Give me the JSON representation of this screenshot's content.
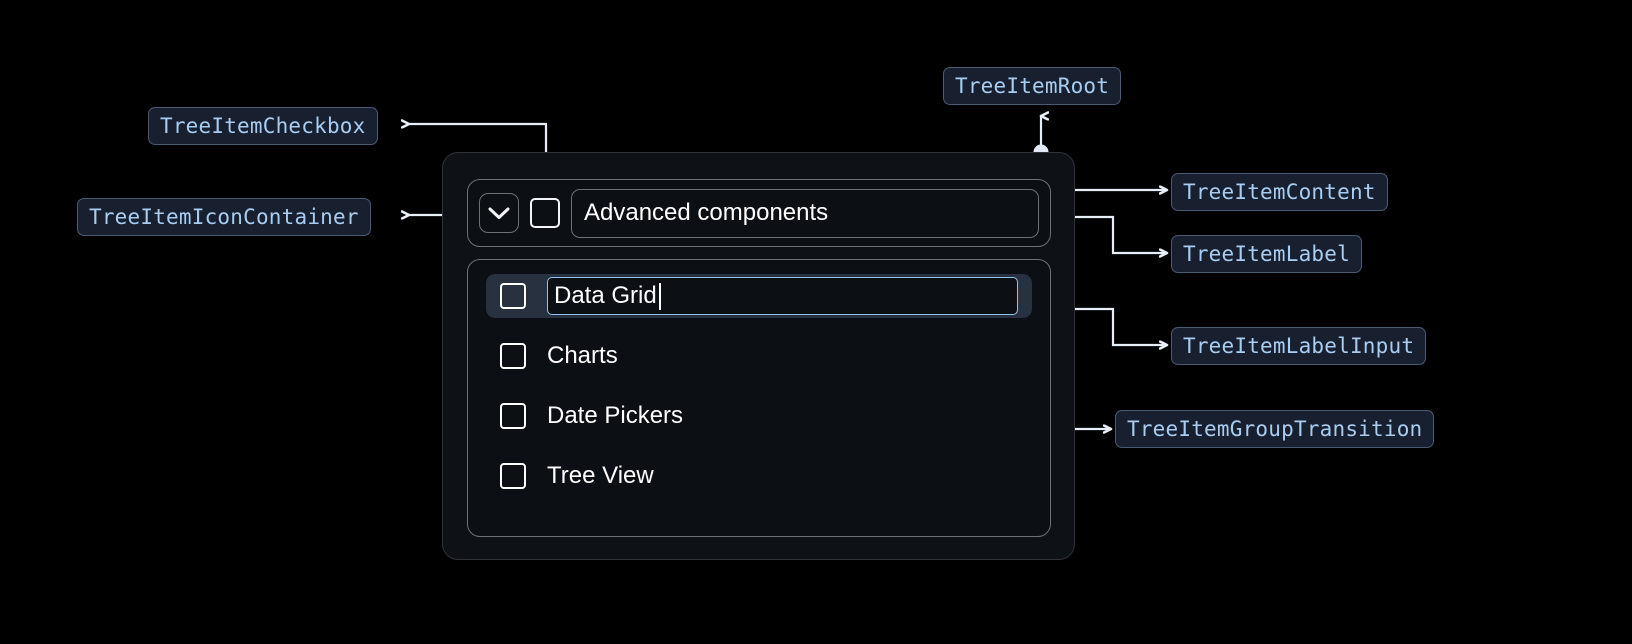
{
  "annotations": [
    {
      "id": "tree-item-checkbox",
      "label": "TreeItemCheckbox"
    },
    {
      "id": "tree-item-icon-container",
      "label": "TreeItemIconContainer"
    },
    {
      "id": "tree-item-root",
      "label": "TreeItemRoot"
    },
    {
      "id": "tree-item-content",
      "label": "TreeItemContent"
    },
    {
      "id": "tree-item-label",
      "label": "TreeItemLabel"
    },
    {
      "id": "tree-item-label-input",
      "label": "TreeItemLabelInput"
    },
    {
      "id": "tree-item-group-transition",
      "label": "TreeItemGroupTransition"
    }
  ],
  "tree": {
    "parent": {
      "expand_icon": "chevron-down-icon",
      "checked": false,
      "label": "Advanced components"
    },
    "children": [
      {
        "label": "Data Grid",
        "checked": false,
        "editing": true,
        "selected": true
      },
      {
        "label": "Charts",
        "checked": false,
        "editing": false,
        "selected": false
      },
      {
        "label": "Date Pickers",
        "checked": false,
        "editing": false,
        "selected": false
      },
      {
        "label": "Tree View",
        "checked": false,
        "editing": false,
        "selected": false
      }
    ]
  },
  "colors": {
    "background": "#000000",
    "badge_fill": "#182030",
    "badge_border": "#4a5a72",
    "badge_text": "#a8cdf0",
    "connector": "#e8eef7",
    "box_border": "#6c7078",
    "root_border": "#2d3139",
    "selected_row": "#28313f",
    "input_focus_border": "#8fc5f0",
    "text": "#ffffff"
  }
}
